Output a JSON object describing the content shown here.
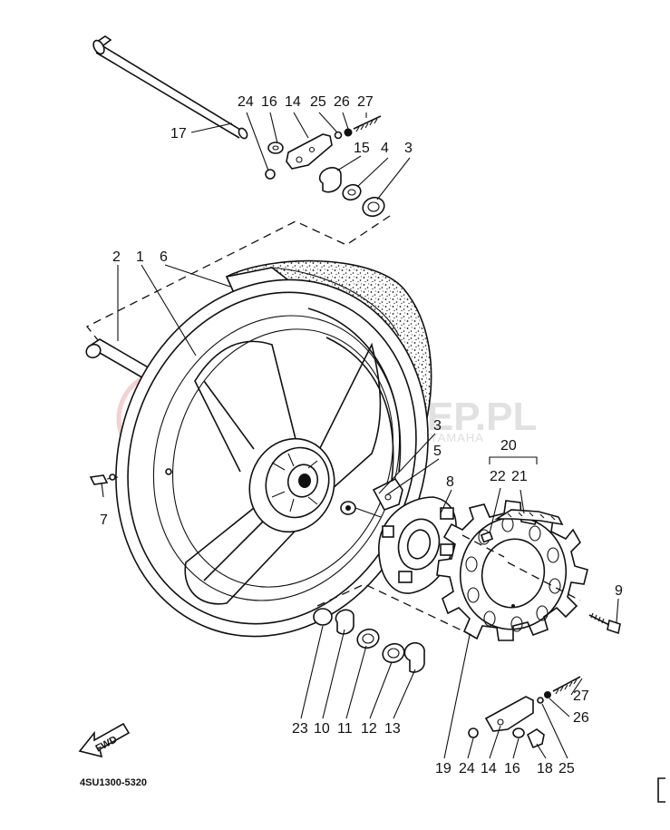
{
  "diagram": {
    "part_code": "4SU1300-5320",
    "direction_label": "FWD",
    "watermark": {
      "text": "AMA-SKLEP.PL",
      "subtitle": "AUTORYZOWANY DEALER YAMAHA"
    },
    "callouts": [
      "1",
      "2",
      "3",
      "3",
      "4",
      "5",
      "6",
      "7",
      "8",
      "9",
      "10",
      "11",
      "12",
      "13",
      "14",
      "14",
      "15",
      "16",
      "16",
      "17",
      "18",
      "19",
      "20",
      "21",
      "22",
      "23",
      "24",
      "24",
      "25",
      "25",
      "26",
      "26",
      "27",
      "27"
    ]
  }
}
